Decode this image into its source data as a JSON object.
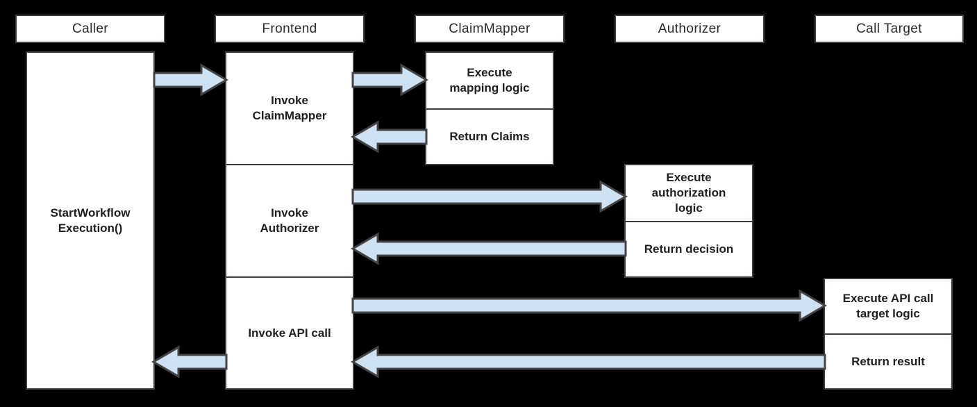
{
  "colors": {
    "background": "#000000",
    "box_fill": "#ffffff",
    "box_border": "#3c4043",
    "arrow_fill": "#cfe2f3",
    "arrow_stroke": "#434343",
    "text": "#1f1f1f"
  },
  "actors": [
    {
      "label": "Caller"
    },
    {
      "label": "Frontend"
    },
    {
      "label": "ClaimMapper"
    },
    {
      "label": "Authorizer"
    },
    {
      "label": "Call Target"
    }
  ],
  "boxes": {
    "caller_execution": {
      "lines": [
        "StartWorkflow",
        "Execution()"
      ]
    },
    "frontend": {
      "invoke_claimmapper": {
        "lines": [
          "Invoke",
          "ClaimMapper"
        ]
      },
      "invoke_authorizer": {
        "lines": [
          "Invoke",
          "Authorizer"
        ]
      },
      "invoke_api_call": {
        "lines": [
          "Invoke API call"
        ]
      }
    },
    "claimmapper": {
      "execute_mapping_logic": {
        "lines": [
          "Execute",
          "mapping logic"
        ]
      },
      "return_claims": {
        "lines": [
          "Return Claims"
        ]
      }
    },
    "authorizer": {
      "execute_authorization_logic": {
        "lines": [
          "Execute",
          "authorization",
          "logic"
        ]
      },
      "return_decision": {
        "lines": [
          "Return decision"
        ]
      }
    },
    "call_target": {
      "execute_api_call_target_logic": {
        "lines": [
          "Execute API call",
          "target logic"
        ]
      },
      "return_result": {
        "lines": [
          "Return result"
        ]
      }
    }
  },
  "messages": [
    {
      "from": "Caller",
      "to": "Frontend",
      "step": "StartWorkflowExecution()"
    },
    {
      "from": "Frontend",
      "to": "ClaimMapper",
      "step": "Invoke ClaimMapper"
    },
    {
      "from": "ClaimMapper",
      "to": "Frontend",
      "step": "Return Claims"
    },
    {
      "from": "Frontend",
      "to": "Authorizer",
      "step": "Invoke Authorizer"
    },
    {
      "from": "Authorizer",
      "to": "Frontend",
      "step": "Return decision"
    },
    {
      "from": "Frontend",
      "to": "Call Target",
      "step": "Invoke API call"
    },
    {
      "from": "Call Target",
      "to": "Frontend",
      "step": "Return result"
    },
    {
      "from": "Frontend",
      "to": "Caller",
      "step": "Return result"
    }
  ]
}
